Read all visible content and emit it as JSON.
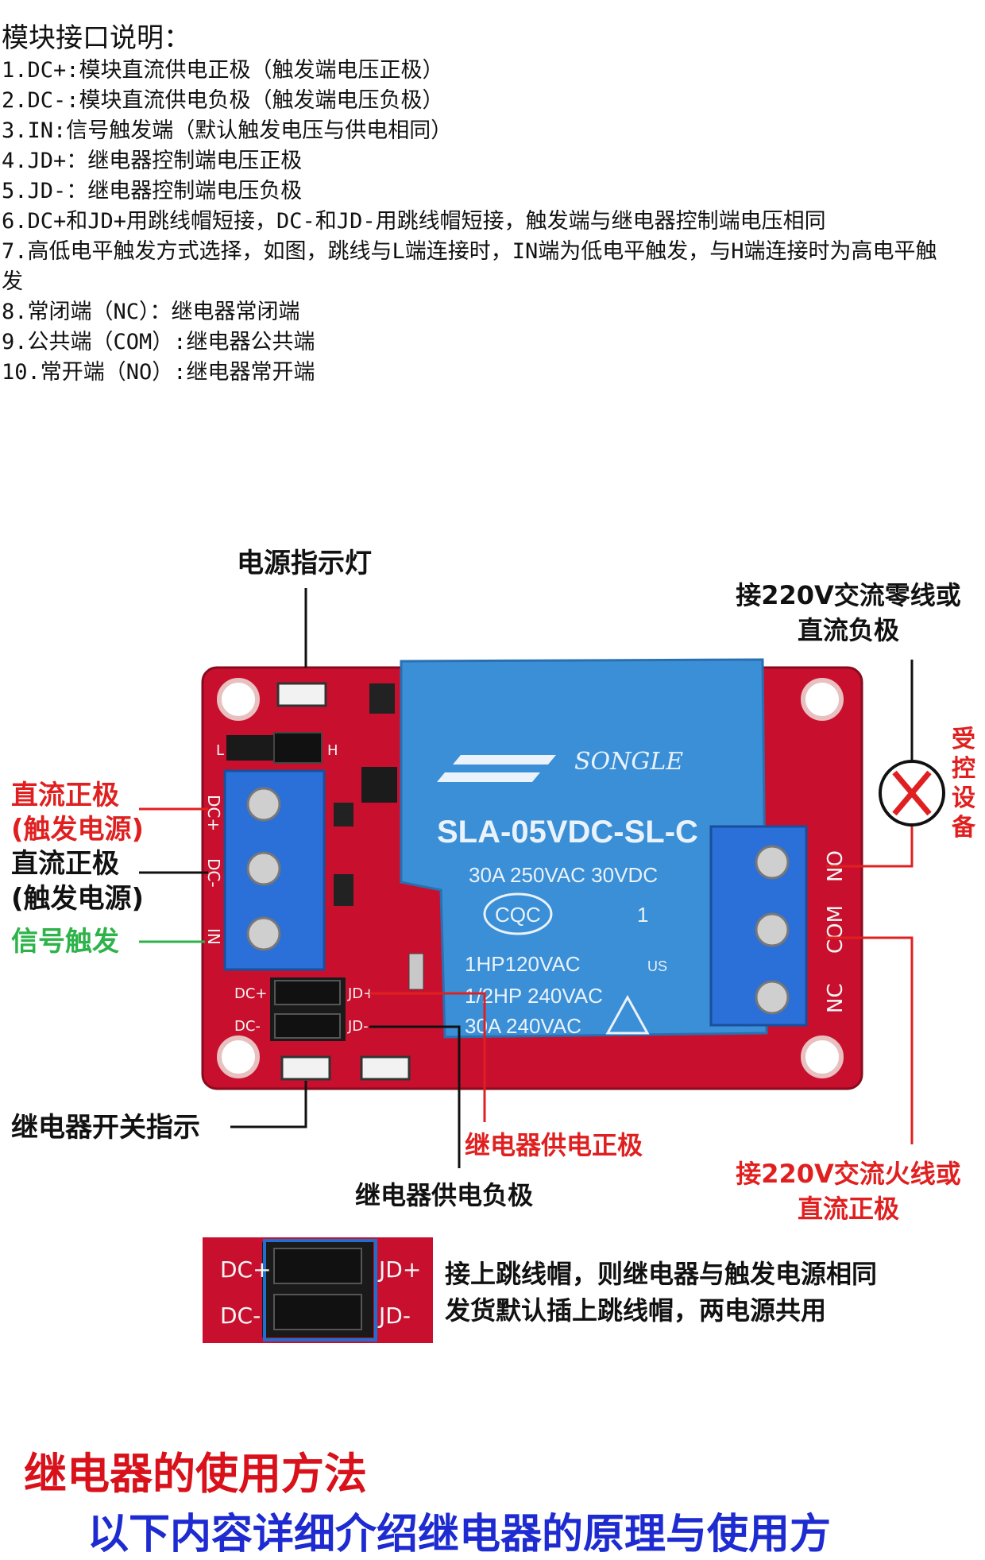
{
  "intro": {
    "title": "模块接口说明：",
    "items": [
      "1.DC+:模块直流供电正极（触发端电压正极）",
      "2.DC-:模块直流供电负极（触发端电压负极）",
      "3.IN:信号触发端（默认触发电压与供电相同）",
      "4.JD+：继电器控制端电压正极",
      "5.JD-：继电器控制端电压负极",
      "6.DC+和JD+用跳线帽短接，DC-和JD-用跳线帽短接，触发端与继电器控制端电压相同",
      "7.高低电平触发方式选择，如图，跳线与L端连接时，IN端为低电平触发，与H端连接时为高电平触发",
      "8.常闭端（NC）：继电器常闭端",
      "9.公共端（COM）:继电器公共端",
      "10.常开端（NO）:继电器常开端"
    ]
  },
  "diagram": {
    "power_led_label": "电源指示灯",
    "neutral_label_1": "接220V交流零线或",
    "neutral_label_2": "直流负极",
    "controlled_device_label": "受控设备",
    "dc_pos_label_1": "直流正极",
    "dc_pos_label_2": "(触发电源)",
    "dc_neg_label_1": "直流正极",
    "dc_neg_label_2": "(触发电源)",
    "signal_label": "信号触发",
    "relay_indicator_label": "继电器开关指示",
    "relay_pos_label": "继电器供电正极",
    "relay_neg_label": "继电器供电负极",
    "live_label_1": "接220V交流火线或",
    "live_label_2": "直流正极",
    "pins": {
      "l": "L",
      "h": "H",
      "dc_plus": "DC+",
      "dc_minus": "DC-",
      "in": "IN",
      "jd_plus": "JD+",
      "jd_minus": "JD-",
      "no": "NO",
      "com": "COM",
      "nc": "NC"
    },
    "relay": {
      "brand": "SONGLE",
      "model": "SLA-05VDC-SL-C",
      "rating_1": "30A  250VAC 30VDC",
      "cert": "CQC",
      "num": "1",
      "rating_2": "1HP120VAC",
      "ul": "US",
      "rating_3": "1/2HP 240VAC",
      "rating_4": "30A  240VAC"
    },
    "colors": {
      "pcb": "#c8102e",
      "relay": "#3a8fd6",
      "terminal": "#2b6fd8",
      "red_label": "#e02020",
      "green_label": "#2db34a"
    }
  },
  "callout": {
    "line1": "接上跳线帽，则继电器与触发电源相同",
    "line2": "发货默认插上跳线帽，两电源共用",
    "pin_dc_plus": "DC+",
    "pin_dc_minus": "DC-",
    "pin_jd_plus": "JD+",
    "pin_jd_minus": "JD-"
  },
  "usage": {
    "title": "继电器的使用方法",
    "subtitle": "以下内容详细介绍继电器的原理与使用方"
  }
}
